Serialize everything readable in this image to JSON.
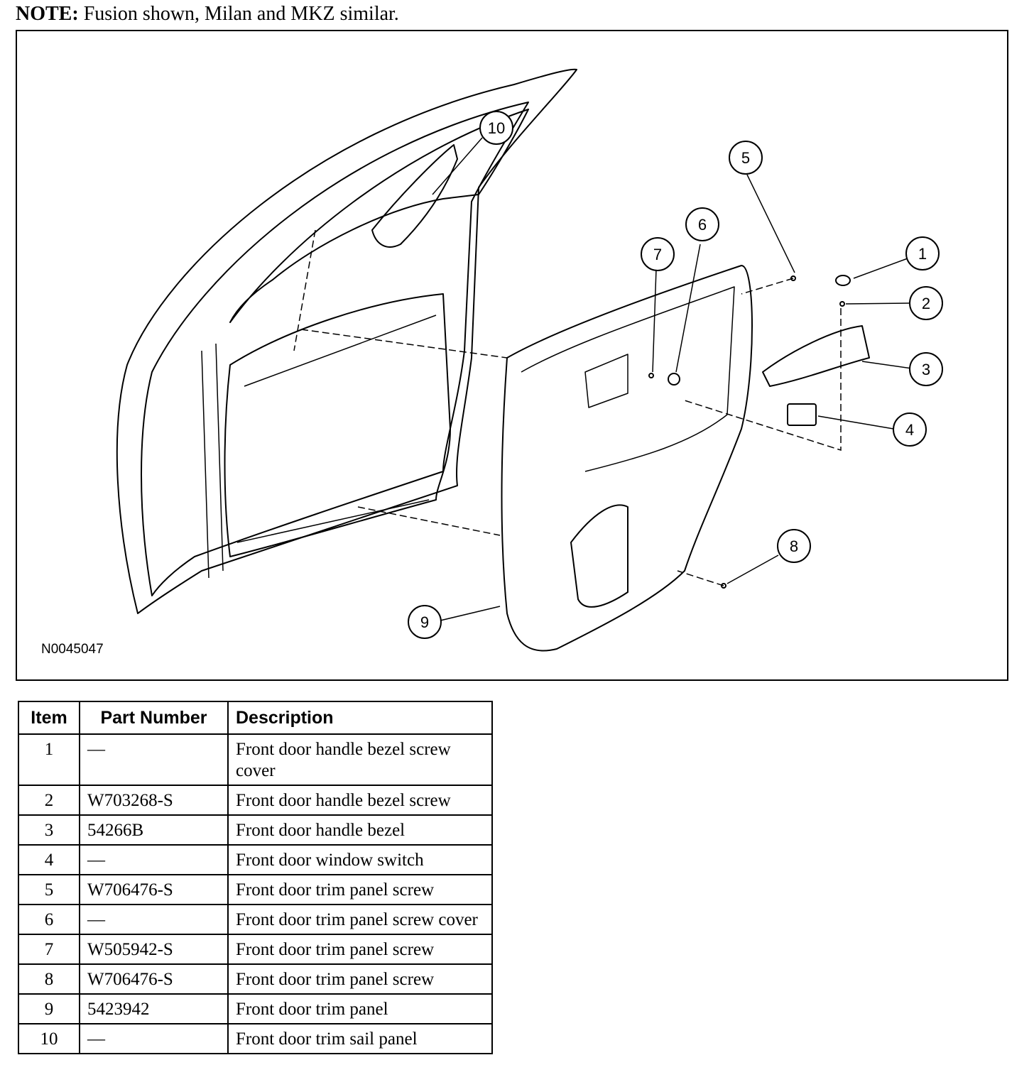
{
  "note": {
    "label": "NOTE:",
    "text": "Fusion shown, Milan and MKZ similar."
  },
  "figure": {
    "id": "N0045047",
    "callouts": [
      "1",
      "2",
      "3",
      "4",
      "5",
      "6",
      "7",
      "8",
      "9",
      "10"
    ]
  },
  "table": {
    "headers": [
      "Item",
      "Part Number",
      "Description"
    ],
    "rows": [
      {
        "item": "1",
        "part": "—",
        "desc": "Front door handle bezel screw cover"
      },
      {
        "item": "2",
        "part": "W703268-S",
        "desc": "Front door handle bezel screw"
      },
      {
        "item": "3",
        "part": "54266B",
        "desc": "Front door handle bezel"
      },
      {
        "item": "4",
        "part": "—",
        "desc": "Front door window switch"
      },
      {
        "item": "5",
        "part": "W706476-S",
        "desc": "Front door trim panel screw"
      },
      {
        "item": "6",
        "part": "—",
        "desc": "Front door trim panel screw cover"
      },
      {
        "item": "7",
        "part": "W505942-S",
        "desc": "Front door trim panel screw"
      },
      {
        "item": "8",
        "part": "W706476-S",
        "desc": "Front door trim panel screw"
      },
      {
        "item": "9",
        "part": "5423942",
        "desc": "Front door trim panel"
      },
      {
        "item": "10",
        "part": "—",
        "desc": "Front door trim sail panel"
      }
    ]
  }
}
